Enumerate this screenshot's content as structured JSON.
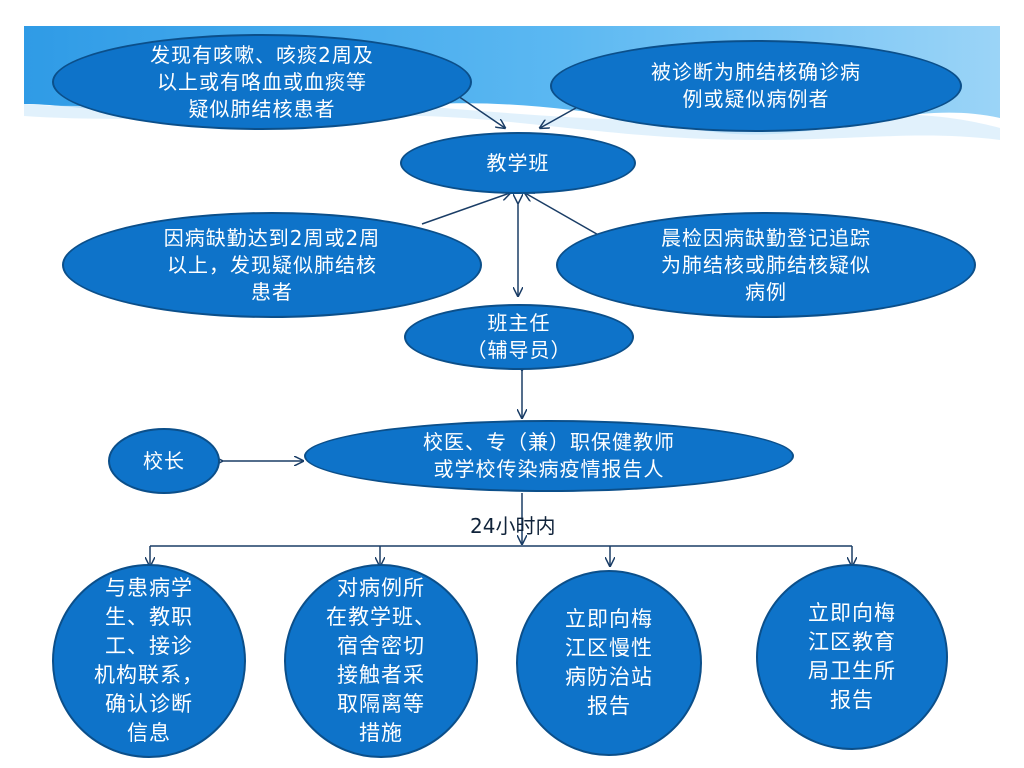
{
  "colors": {
    "node_fill": "#0e73c9",
    "node_border": "#0b4f8a",
    "arrow": "#1a3d66",
    "banner": "#47aef0"
  },
  "nodes": {
    "suspect_cough": "发现有咳嗽、咳痰2周及\n以上或有咯血或血痰等\n疑似肺结核患者",
    "diagnosed": "被诊断为肺结核确诊病\n例或疑似病例者",
    "class": "教学班",
    "absence": "因病缺勤达到2周或2周\n以上，发现疑似肺结核\n患者",
    "morning_check": "晨检因病缺勤登记追踪\n为肺结核或肺结核疑似\n病例",
    "head_teacher": "班主任\n（辅导员）",
    "principal": "校长",
    "school_doctor": "校医、专（兼）职保健教师\n或学校传染病疫情报告人"
  },
  "time_label": "24小时内",
  "actions": [
    "与患病学\n生、教职\n工、接诊\n机构联系，\n确认诊断\n信息",
    "对病例所\n在教学班、\n宿舍密切\n接触者采\n取隔离等\n措施",
    "立即向梅\n江区慢性\n病防治站\n报告",
    "立即向梅\n江区教育\n局卫生所\n报告"
  ]
}
